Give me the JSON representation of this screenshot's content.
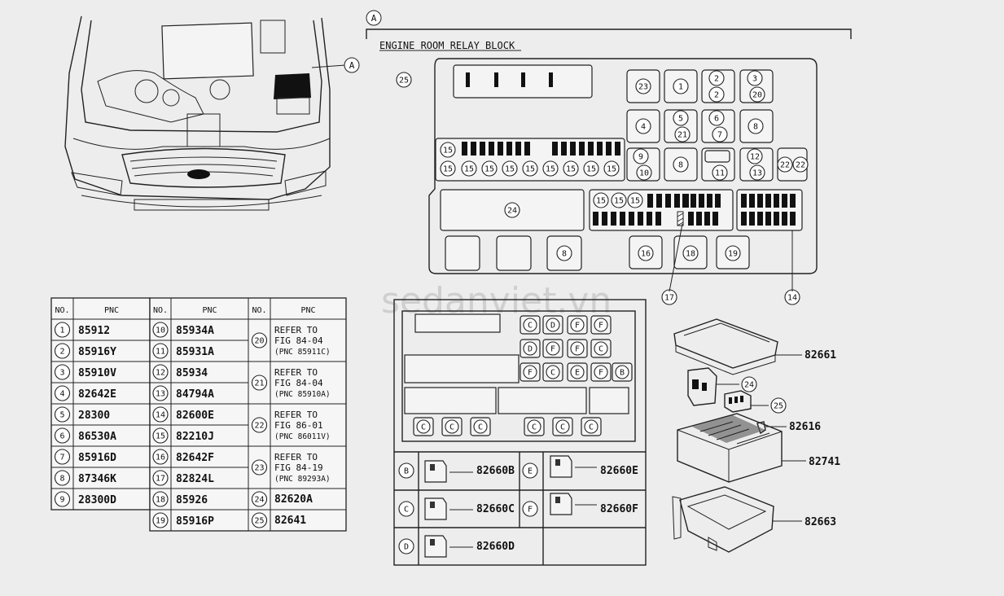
{
  "callout_a": "A",
  "section_title": "ENGINE ROOM RELAY BLOCK",
  "watermark": "sedanviet.vn",
  "relay_block_labels": [
    "25",
    "23",
    "1",
    "2",
    "2",
    "3",
    "20",
    "4",
    "5",
    "21",
    "6",
    "7",
    "8",
    "9",
    "10",
    "8",
    "11",
    "12",
    "13",
    "22",
    "22",
    "15",
    "15",
    "15",
    "15",
    "15",
    "15",
    "15",
    "15",
    "15",
    "15",
    "15",
    "15",
    "15",
    "24",
    "8",
    "16",
    "18",
    "19",
    "17",
    "14"
  ],
  "pnc_table": {
    "headers": [
      "NO.",
      "PNC",
      "NO.",
      "PNC",
      "NO.",
      "PNC"
    ],
    "col1": [
      {
        "no": "1",
        "pnc": "85912"
      },
      {
        "no": "2",
        "pnc": "85916Y"
      },
      {
        "no": "3",
        "pnc": "85910V"
      },
      {
        "no": "4",
        "pnc": "82642E"
      },
      {
        "no": "5",
        "pnc": "28300"
      },
      {
        "no": "6",
        "pnc": "86530A"
      },
      {
        "no": "7",
        "pnc": "85916D"
      },
      {
        "no": "8",
        "pnc": "87346K"
      },
      {
        "no": "9",
        "pnc": "28300D"
      }
    ],
    "col2": [
      {
        "no": "10",
        "pnc": "85934A"
      },
      {
        "no": "11",
        "pnc": "85931A"
      },
      {
        "no": "12",
        "pnc": "85934"
      },
      {
        "no": "13",
        "pnc": "84794A"
      },
      {
        "no": "14",
        "pnc": "82600E"
      },
      {
        "no": "15",
        "pnc": "82210J"
      },
      {
        "no": "16",
        "pnc": "82642F"
      },
      {
        "no": "17",
        "pnc": "82824L"
      },
      {
        "no": "18",
        "pnc": "85926"
      },
      {
        "no": "19",
        "pnc": "85916P"
      }
    ],
    "col3": [
      {
        "no": "20",
        "lines": [
          "REFER TO",
          "FIG 84-04",
          "(PNC 85911C)"
        ]
      },
      {
        "no": "21",
        "lines": [
          "REFER TO",
          "FIG 84-04",
          "(PNC 85910A)"
        ]
      },
      {
        "no": "22",
        "lines": [
          "REFER TO",
          "FIG 86-01",
          "(PNC 86011V)"
        ]
      },
      {
        "no": "23",
        "lines": [
          "REFER TO",
          "FIG 84-19",
          "(PNC 89293A)"
        ]
      },
      {
        "no": "24",
        "lines": [
          "82620A"
        ]
      },
      {
        "no": "25",
        "lines": [
          "82641"
        ]
      }
    ]
  },
  "connector_grid_letters": [
    "C",
    "D",
    "F",
    "F",
    "D",
    "F",
    "F",
    "C",
    "F",
    "C",
    "E",
    "F",
    "B",
    "C",
    "C",
    "C",
    "C",
    "C",
    "C"
  ],
  "relay_types": [
    {
      "letter": "B",
      "pnc": "82660B"
    },
    {
      "letter": "E",
      "pnc": "82660E"
    },
    {
      "letter": "C",
      "pnc": "82660C"
    },
    {
      "letter": "F",
      "pnc": "82660F"
    },
    {
      "letter": "D",
      "pnc": "82660D"
    }
  ],
  "exploded_parts": [
    {
      "label": "82661"
    },
    {
      "label": "24"
    },
    {
      "label": "25"
    },
    {
      "label": "82616"
    },
    {
      "label": "82741"
    },
    {
      "label": "82663"
    }
  ]
}
